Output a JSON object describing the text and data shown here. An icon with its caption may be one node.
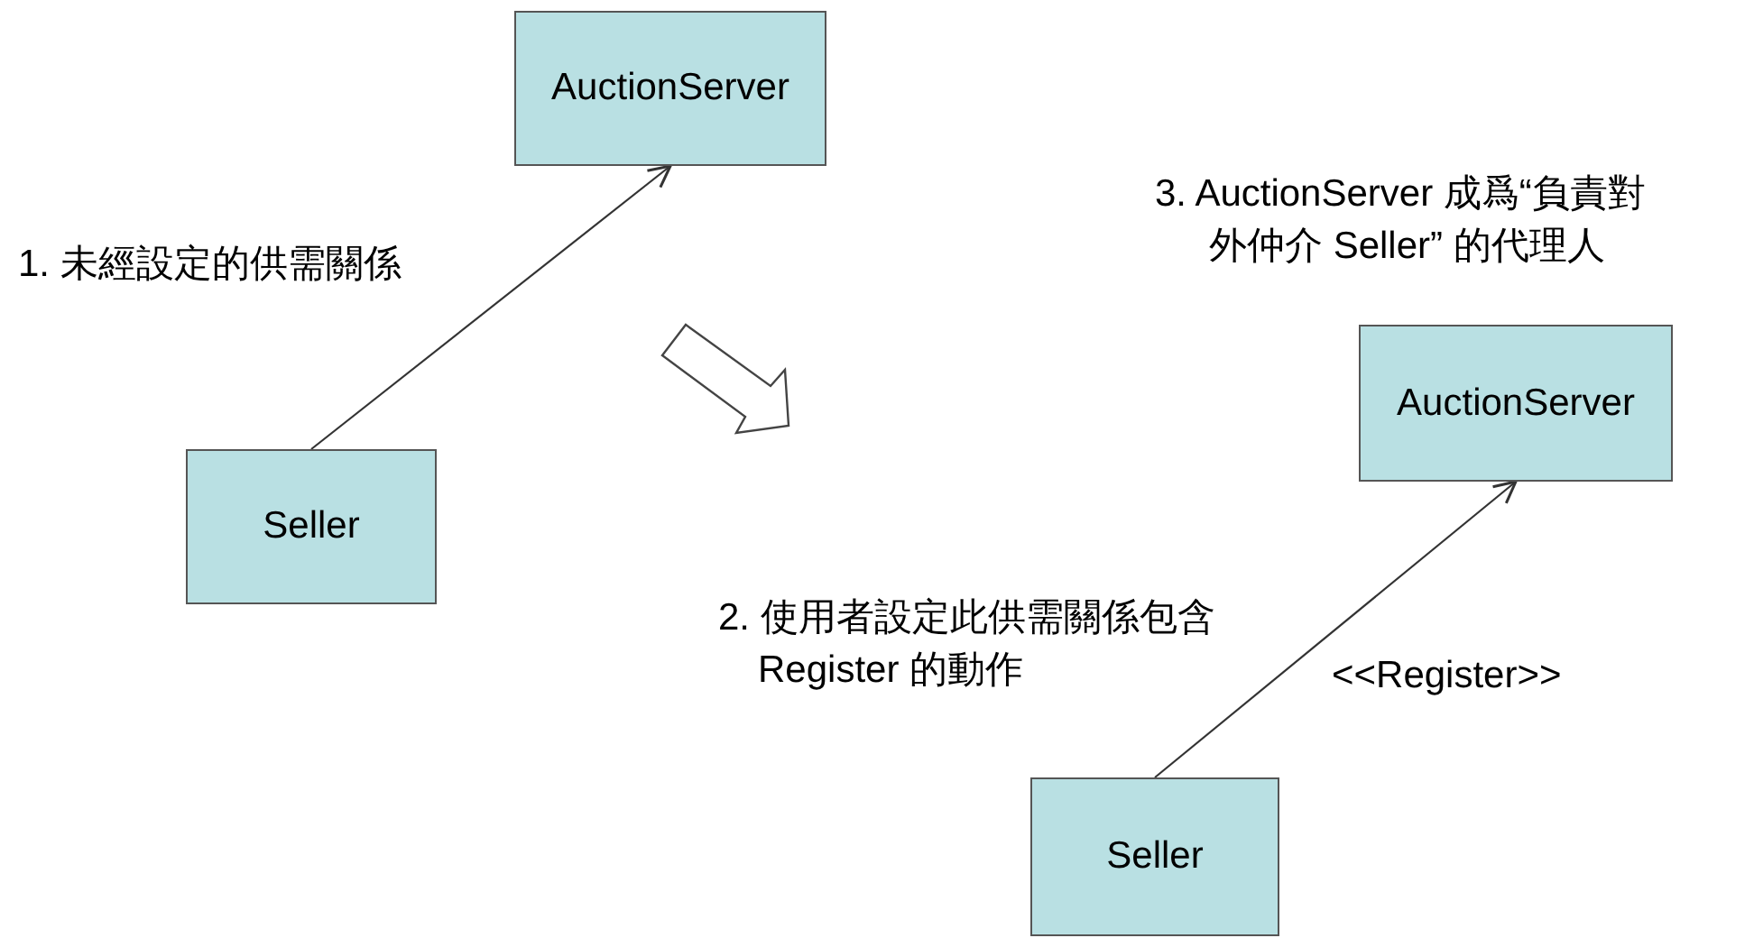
{
  "diagram": {
    "nodes": [
      {
        "text": [
          "AuctionServer"
        ]
      },
      {
        "text": [
          "Seller"
        ]
      },
      {
        "text": [
          "AuctionServer"
        ]
      },
      {
        "text": [
          "Seller"
        ]
      }
    ],
    "edges": [
      {
        "from": 1,
        "to": 0,
        "arrow": "to"
      },
      {
        "from": 3,
        "to": 2,
        "arrow": "to",
        "label": "<<Register>>"
      }
    ],
    "labels": [
      "1. 未經設定的供需關係",
      "3. AuctionServer 成爲“負責對外仲介 Seller” 的代理人",
      "2. 使用者設定此供需關係包含 Register 的動作"
    ]
  }
}
